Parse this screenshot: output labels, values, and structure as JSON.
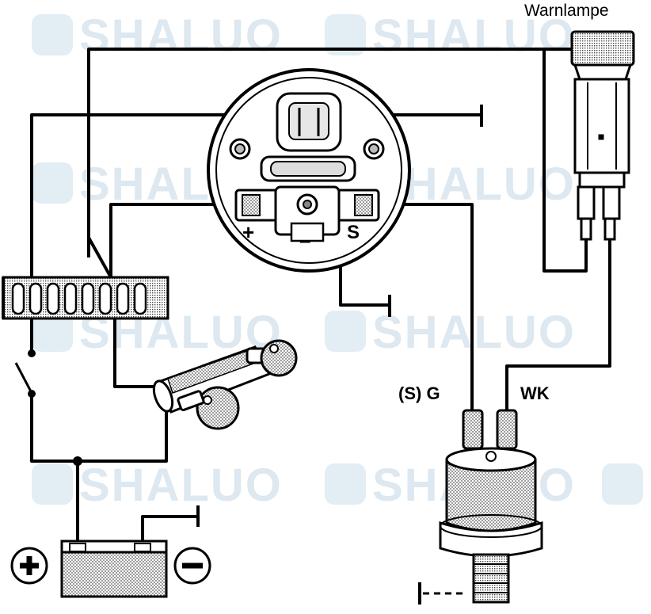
{
  "labels": {
    "warnlampe": "Warnlampe",
    "plus_terminal": "+",
    "minus_terminal": "–",
    "s_terminal": "S",
    "sender_g": "(S) G",
    "sender_wk": "WK"
  },
  "watermark": {
    "text": "SHALUO",
    "color": "#dde8f0"
  },
  "colors": {
    "line": "#000000",
    "background": "#ffffff",
    "fill_gray": "#cfcfcf",
    "fill_dark": "#9a9a9a"
  }
}
